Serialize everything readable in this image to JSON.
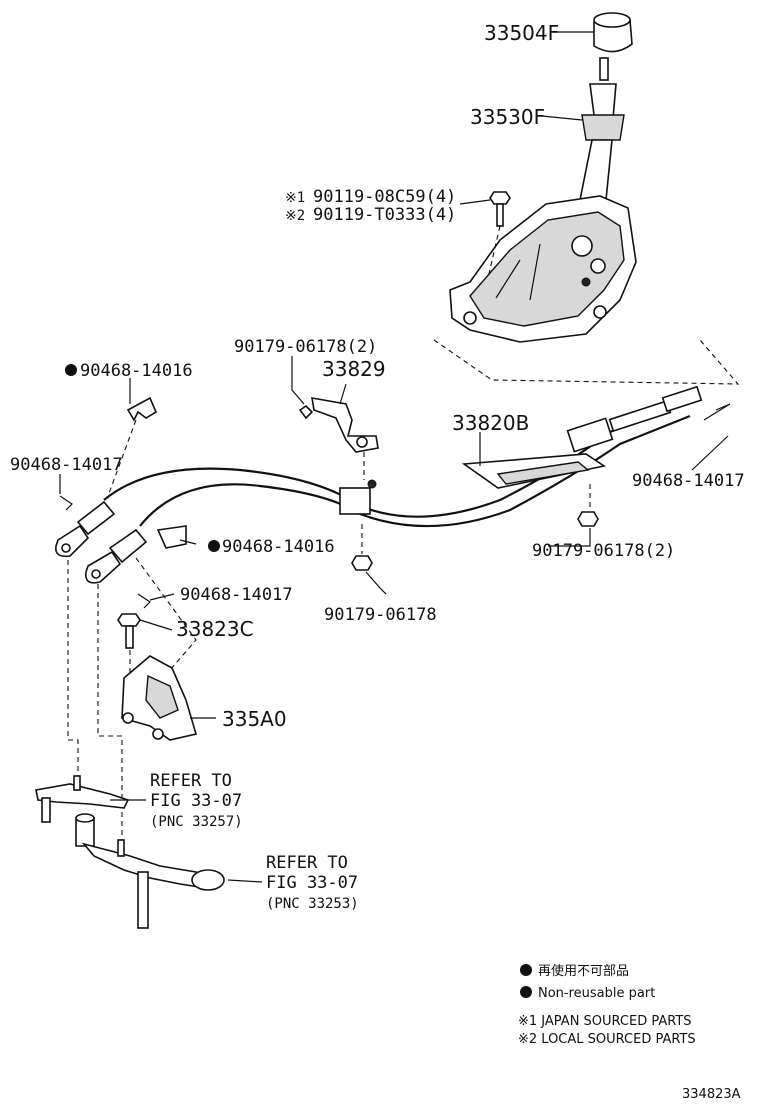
{
  "labels": {
    "knob": "33504F",
    "boot": "33530F",
    "bolt_jp": "90119-08C59(4)",
    "bolt_local": "90119-T0333(4)",
    "clip_top_left": "90468-14016",
    "bracket_screw": "90179-06178(2)",
    "bracket": "33829",
    "cable_assy": "33820B",
    "pin_right": "90468-14017",
    "pin_left": "90468-14017",
    "nut_right": "90179-06178(2)",
    "clip_mid": "90468-14016",
    "pin_mid": "90468-14017",
    "nut_center": "90179-06178",
    "bolt_333": "33823C",
    "bracket_335": "335A0"
  },
  "marks": {
    "note1": "※1",
    "note2": "※2"
  },
  "refs": [
    {
      "line1": "REFER TO",
      "line2": "FIG 33-07",
      "line3": "(PNC 33257)"
    },
    {
      "line1": "REFER TO",
      "line2": "FIG 33-07",
      "line3": "(PNC 33253)"
    }
  ],
  "legend": {
    "jp_nonreusable": "再使用不可部品",
    "en_nonreusable": "Non-reusable part",
    "note1": "※1 JAPAN SOURCED PARTS",
    "note2": "※2 LOCAL SOURCED PARTS"
  },
  "figure_id": "334823A"
}
